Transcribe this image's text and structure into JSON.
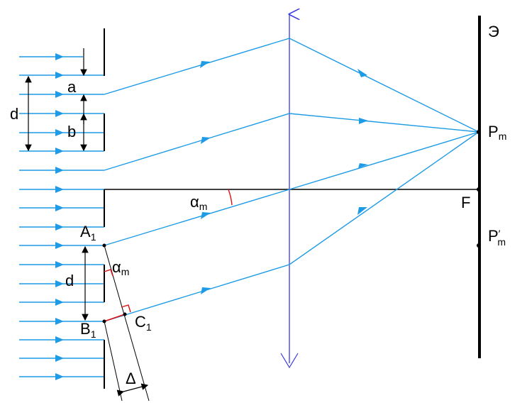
{
  "labels": {
    "screen": "Э",
    "slit_width": "a",
    "gap_width": "b",
    "period_top": "d",
    "period_bottom": "d",
    "angle_top": "α",
    "angle_top_sub": "m",
    "angle_bottom": "α",
    "angle_bottom_sub": "m",
    "point_a": "A",
    "point_a_sub": "1",
    "point_b": "B",
    "point_b_sub": "1",
    "point_c": "C",
    "point_c_sub": "1",
    "delta": "Δ",
    "focus": "F",
    "pm": "P",
    "pm_sub": "m",
    "pm_prime": "P",
    "pm_prime_mark": "′",
    "pm_prime_sub": "m"
  },
  "colors": {
    "ray": "#1e9be6",
    "lens": "#3a3ae0",
    "marker": "#e01010",
    "structure": "#000000"
  }
}
